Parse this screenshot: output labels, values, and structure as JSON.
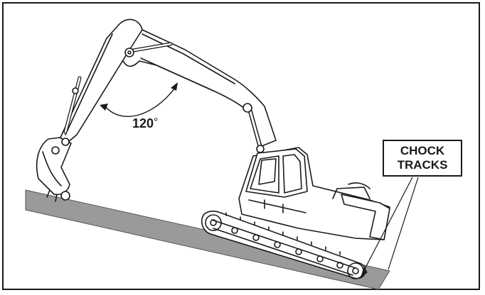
{
  "angle": {
    "value": "120",
    "unit": "°"
  },
  "callout": {
    "line1": "CHOCK",
    "line2": "TRACKS"
  },
  "colors": {
    "ink": "#1a1a1a",
    "slope": "#9a9a9a",
    "background": "#ffffff"
  },
  "icons": [
    "excavator-icon",
    "slope-ground-icon",
    "angle-arc-icon",
    "leader-line-icon"
  ]
}
